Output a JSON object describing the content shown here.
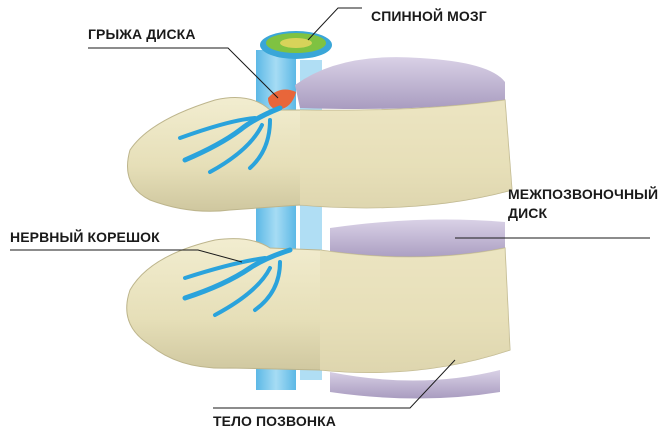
{
  "labels": {
    "hernia": "ГРЫЖА ДИСКА",
    "spinal_cord": "СПИННОЙ МОЗГ",
    "disc_line1": "МЕЖПОЗВОНОЧНЫЙ",
    "disc_line2": "ДИСК",
    "nerve_root": "НЕРВНЫЙ КОРЕШОК",
    "vertebra_body": "ТЕЛО ПОЗВОНКА"
  },
  "colors": {
    "bone": "#e9e3bf",
    "bone_shade": "#c9c197",
    "disc": "#c9bfd8",
    "disc_shade": "#a99cc0",
    "nerve": "#2aa3dc",
    "canal": "#8fd0ef",
    "cord_green": "#7fc241",
    "cord_yellow": "#d7d35a",
    "hernia": "#e8663a",
    "leader": "#1a1a1a"
  }
}
